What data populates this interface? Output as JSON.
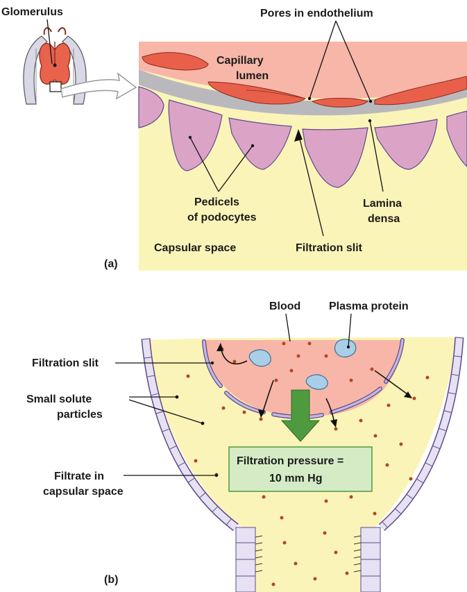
{
  "panel_a": {
    "tag": "(a)",
    "labels": {
      "glomerulus": "Glomerulus",
      "pores": "Pores in endothelium",
      "capillary_1": "Capillary",
      "capillary_2": "lumen",
      "pedicels_1": "Pedicels",
      "pedicels_2": "of podocytes",
      "lamina_1": "Lamina",
      "lamina_2": "densa",
      "capsular_space": "Capsular space",
      "filtration_slit": "Filtration slit"
    }
  },
  "panel_b": {
    "tag": "(b)",
    "labels": {
      "blood": "Blood",
      "plasma_protein": "Plasma protein",
      "filtration_slit": "Filtration slit",
      "solute_1": "Small solute",
      "solute_2": "particles",
      "filtrate_1": "Filtrate in",
      "filtrate_2": "capsular space",
      "pressure_1": "Filtration pressure =",
      "pressure_2": "10 mm  Hg"
    }
  },
  "colors": {
    "capillary_pink": "#f7b6a8",
    "endothelium_red": "#e9604a",
    "basement_gray": "#b9b9bd",
    "podocyte_purple": "#dba4c7",
    "capsular_yellow": "#fbf4b8",
    "protein_blue": "#a9cfe8",
    "arrow_green": "#4f9a3f",
    "box_green": "#d5ebc6",
    "solute_dot": "#b5471f"
  }
}
